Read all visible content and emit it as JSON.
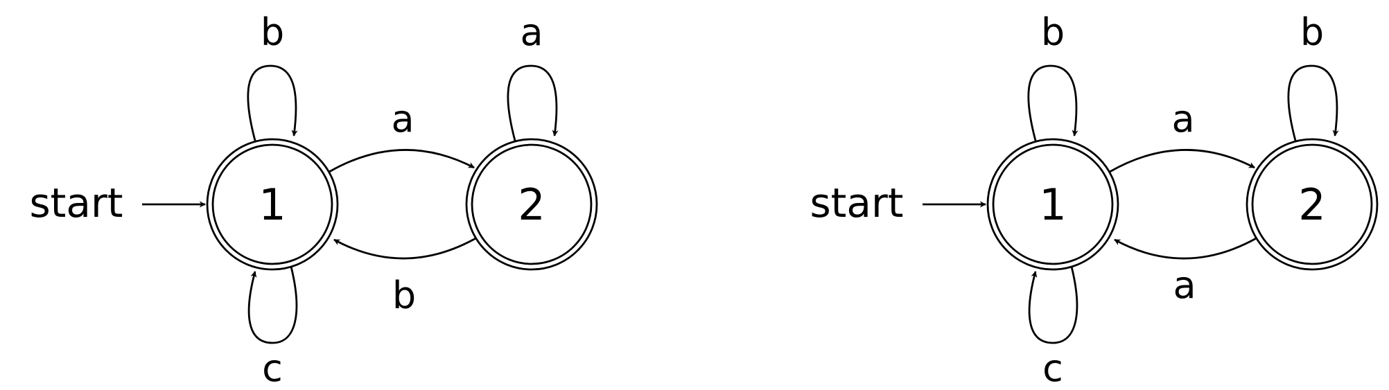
{
  "automata": [
    {
      "start_label": "start",
      "states": [
        {
          "label": "1",
          "accepting": true,
          "initial": true
        },
        {
          "label": "2",
          "accepting": true,
          "initial": false
        }
      ],
      "transitions": [
        {
          "from": "1",
          "to": "1",
          "symbol": "b"
        },
        {
          "from": "1",
          "to": "1",
          "symbol": "c"
        },
        {
          "from": "1",
          "to": "2",
          "symbol": "a"
        },
        {
          "from": "2",
          "to": "1",
          "symbol": "b"
        },
        {
          "from": "2",
          "to": "2",
          "symbol": "a"
        }
      ]
    },
    {
      "start_label": "start",
      "states": [
        {
          "label": "1",
          "accepting": true,
          "initial": true
        },
        {
          "label": "2",
          "accepting": true,
          "initial": false
        }
      ],
      "transitions": [
        {
          "from": "1",
          "to": "1",
          "symbol": "b"
        },
        {
          "from": "1",
          "to": "1",
          "symbol": "c"
        },
        {
          "from": "1",
          "to": "2",
          "symbol": "a"
        },
        {
          "from": "2",
          "to": "1",
          "symbol": "a"
        },
        {
          "from": "2",
          "to": "2",
          "symbol": "b"
        }
      ]
    }
  ]
}
